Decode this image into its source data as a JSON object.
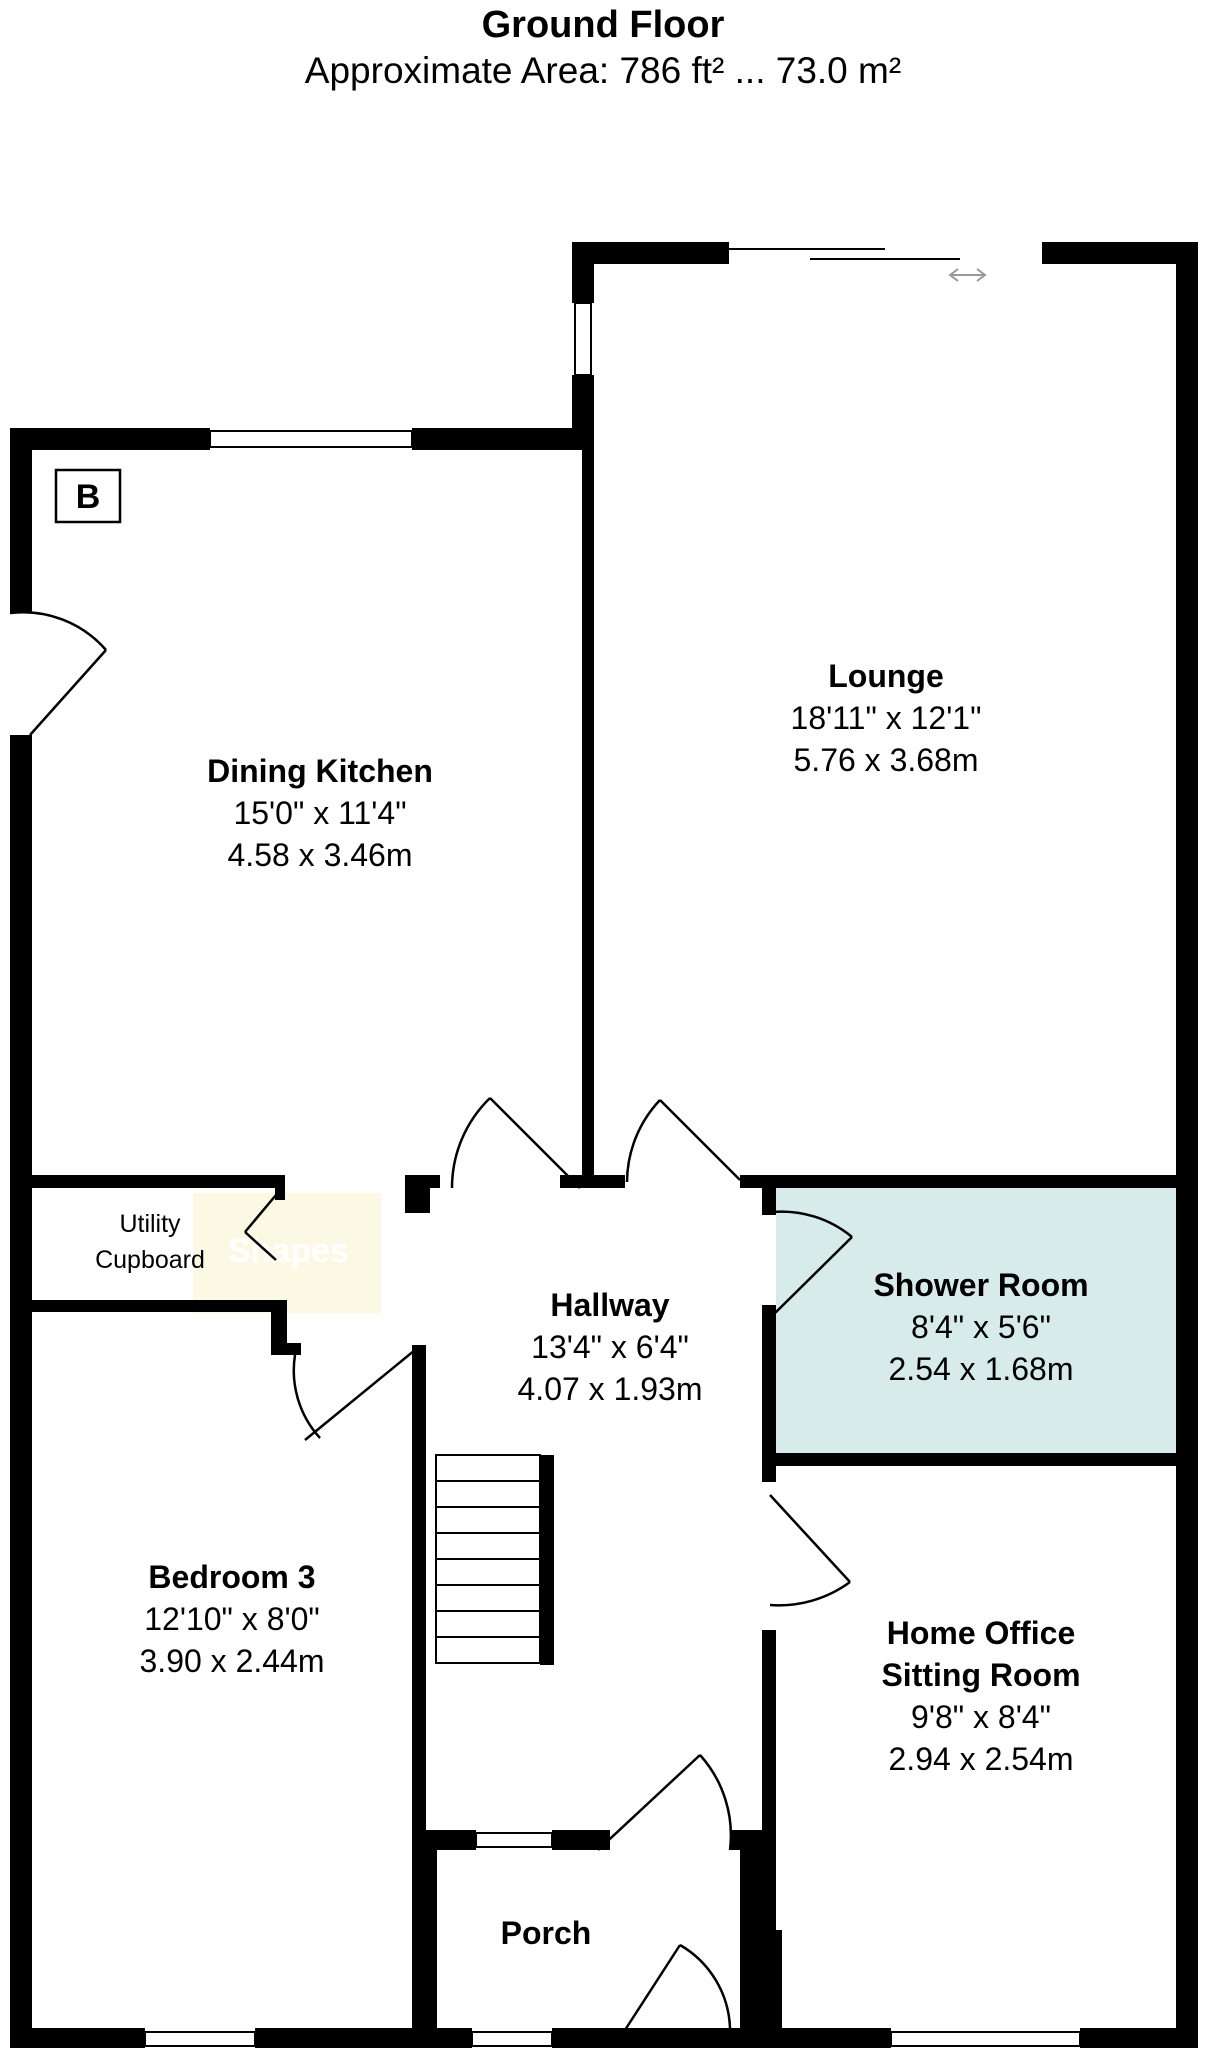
{
  "header": {
    "title": "Ground Floor",
    "subtitle": "Approximate Area: 786 ft² ... 73.0 m²"
  },
  "badge": "B",
  "watermark": "Shapes",
  "colors": {
    "shower_fill": "#d7ebeb",
    "wall": "#000000"
  },
  "rooms": {
    "lounge": {
      "name": "Lounge",
      "imperial": "18'11\" x 12'1\"",
      "metric": "5.76 x 3.68m"
    },
    "dining_kitchen": {
      "name": "Dining Kitchen",
      "imperial": "15'0\" x 11'4\"",
      "metric": "4.58 x 3.46m"
    },
    "utility": {
      "line1": "Utility",
      "line2": "Cupboard"
    },
    "hallway": {
      "name": "Hallway",
      "imperial": "13'4\" x 6'4\"",
      "metric": "4.07 x 1.93m"
    },
    "shower_room": {
      "name": "Shower Room",
      "imperial": "8'4\" x 5'6\"",
      "metric": "2.54 x 1.68m"
    },
    "bedroom3": {
      "name": "Bedroom 3",
      "imperial": "12'10\" x 8'0\"",
      "metric": "3.90 x 2.44m"
    },
    "home_office": {
      "name1": "Home Office",
      "name2": "Sitting Room",
      "imperial": "9'8\" x 8'4\"",
      "metric": "2.94 x 2.54m"
    },
    "porch": {
      "name": "Porch"
    }
  }
}
